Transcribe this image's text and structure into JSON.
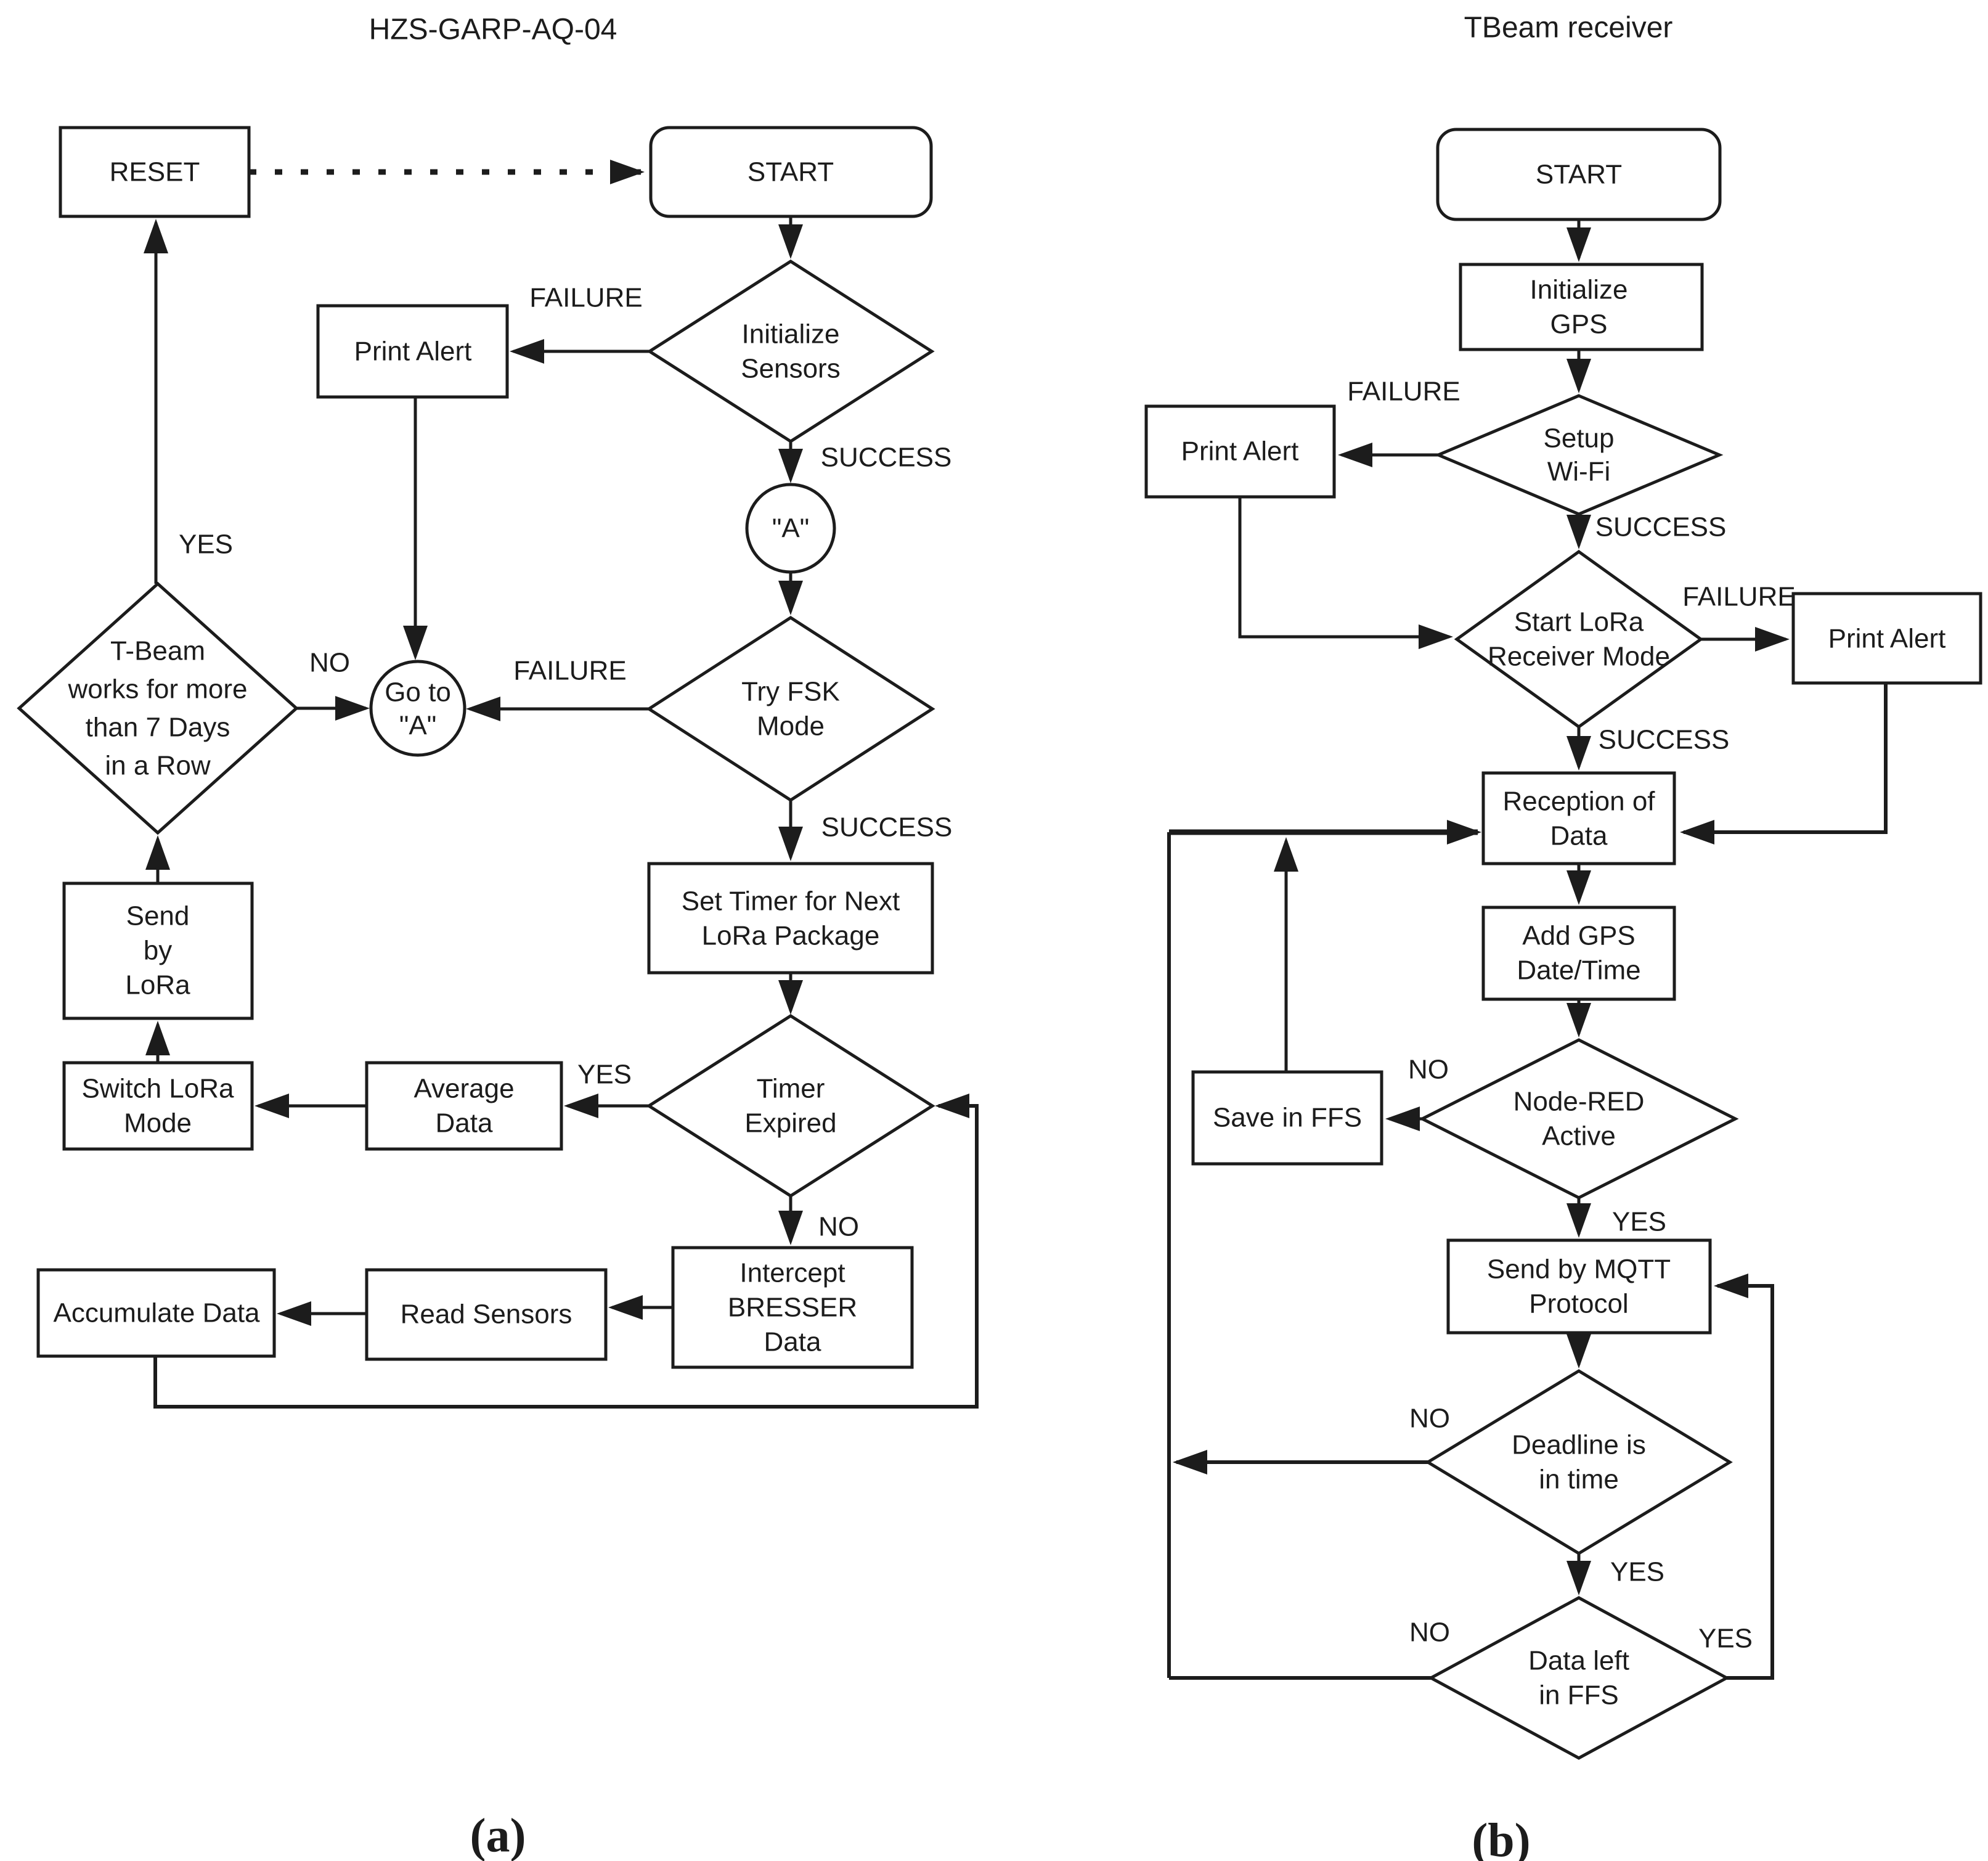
{
  "figure": {
    "colors": {
      "ink": "#1c1c1c",
      "background": "#ffffff"
    },
    "panel_a": {
      "title": "HZS-GARP-AQ-04",
      "caption": "(a)",
      "nodes": {
        "reset": [
          "RESET"
        ],
        "start": [
          "START"
        ],
        "print_alert": [
          "Print Alert"
        ],
        "init_sensors": [
          "Initialize",
          "Sensors"
        ],
        "a_connector": [
          "\"A\""
        ],
        "try_fsk": [
          "Try FSK",
          "Mode"
        ],
        "goto_a": [
          "Go to",
          "\"A\""
        ],
        "tbeam_7days": [
          "T-Beam",
          "works for more",
          "than 7 Days",
          "in a Row"
        ],
        "set_timer": [
          "Set Timer for Next",
          "LoRa Package"
        ],
        "send_by_lora": [
          "Send",
          "by",
          "LoRa"
        ],
        "switch_lora": [
          "Switch LoRa",
          "Mode"
        ],
        "average_data": [
          "Average",
          "Data"
        ],
        "timer_expired": [
          "Timer",
          "Expired"
        ],
        "intercept_bresser": [
          "Intercept",
          "BRESSER",
          "Data"
        ],
        "read_sensors": [
          "Read Sensors"
        ],
        "accumulate_data": [
          "Accumulate Data"
        ]
      },
      "edge_labels": {
        "init_failure": "FAILURE",
        "init_success": "SUCCESS",
        "fsk_failure": "FAILURE",
        "fsk_success": "SUCCESS",
        "tbeam_yes": "YES",
        "tbeam_no": "NO",
        "timer_yes": "YES",
        "timer_no": "NO"
      }
    },
    "panel_b": {
      "title": "TBeam receiver",
      "caption": "(b)",
      "nodes": {
        "start": [
          "START"
        ],
        "init_gps": [
          "Initialize",
          "GPS"
        ],
        "setup_wifi": [
          "Setup",
          "Wi-Fi"
        ],
        "print_alert_left": [
          "Print Alert"
        ],
        "start_lora": [
          "Start LoRa",
          "Receiver Mode"
        ],
        "print_alert_right": [
          "Print Alert"
        ],
        "reception": [
          "Reception of",
          "Data"
        ],
        "add_gps": [
          "Add GPS",
          "Date/Time"
        ],
        "node_red": [
          "Node-RED",
          "Active"
        ],
        "save_ffs": [
          "Save in FFS"
        ],
        "send_mqtt": [
          "Send by MQTT",
          "Protocol"
        ],
        "deadline": [
          "Deadline is",
          "in time"
        ],
        "data_left": [
          "Data left",
          "in FFS"
        ]
      },
      "edge_labels": {
        "wifi_failure": "FAILURE",
        "wifi_success": "SUCCESS",
        "lora_failure": "FAILURE",
        "lora_success": "SUCCESS",
        "nodered_no": "NO",
        "nodered_yes": "YES",
        "deadline_no": "NO",
        "deadline_yes": "YES",
        "dataleft_no": "NO",
        "dataleft_yes": "YES"
      }
    }
  }
}
